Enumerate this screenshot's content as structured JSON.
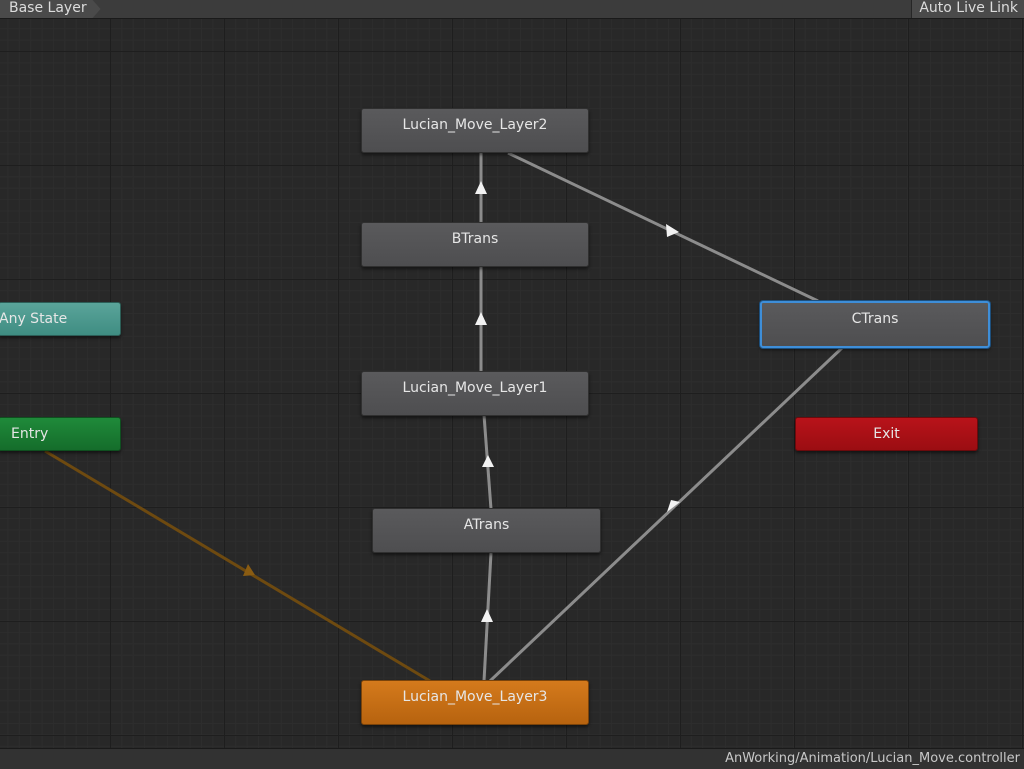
{
  "toolbar": {
    "breadcrumb": "Base Layer",
    "live_link": "Auto Live Link"
  },
  "colors": {
    "background": "#282828",
    "state": "#545456",
    "default_state": "#c76d15",
    "any_state": "#4c9a8f",
    "entry": "#1a7c33",
    "exit": "#ab1016",
    "selection": "#3e8ed8",
    "transition": "#8c8c8c",
    "entry_transition": "#6e4a10"
  },
  "states": {
    "layer2": "Lucian_Move_Layer2",
    "btrans": "BTrans",
    "any_state": "Any State",
    "ctrans": "CTrans",
    "layer1": "Lucian_Move_Layer1",
    "entry": "Entry",
    "exit": "Exit",
    "atrans": "ATrans",
    "layer3": "Lucian_Move_Layer3"
  },
  "selected_state": "CTrans",
  "default_state": "Lucian_Move_Layer3",
  "footer": {
    "path": "AnWorking/Animation/Lucian_Move.controller"
  }
}
